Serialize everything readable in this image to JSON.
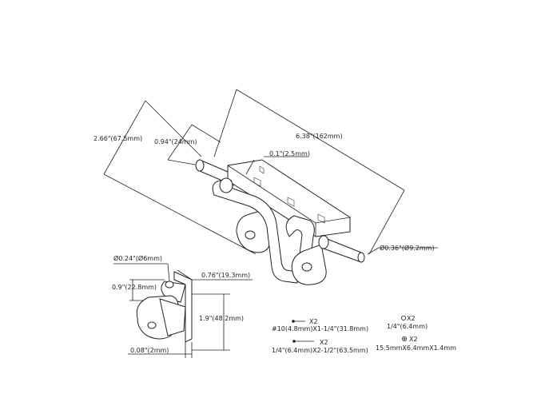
{
  "dimensions": {
    "overall_height": "2.66\"(67.5mm)",
    "pin_offset": "0.94\"(24mm)",
    "overall_length": "6.38\"(162mm)",
    "plate_thickness_top": "0.1\"(2.5mm)",
    "pin_diameter": "Ø0.36\"(Ø9.2mm)",
    "keeper_hole": "Ø0.24\"(Ø6mm)",
    "keeper_width": "0.76\"(19.3mm)",
    "keeper_depth": "0.9\"(22.8mm)",
    "keeper_height": "1.9\"(48.2mm)",
    "keeper_thickness": "0.08\"(2mm)"
  },
  "hardware": {
    "screw_small_qty": "X2",
    "screw_small_size": "#10(4.8mm)X1-1/4\"(31.8mm)",
    "screw_large_qty": "X2",
    "screw_large_size": "1/4\"(6.4mm)X2-1/2\"(63.5mm)",
    "nut_qty": "X2",
    "nut_size": "1/4\"(6.4mm)",
    "washer_qty": "X2",
    "washer_size": "15.5mmX6.4mmX1.4mm"
  }
}
